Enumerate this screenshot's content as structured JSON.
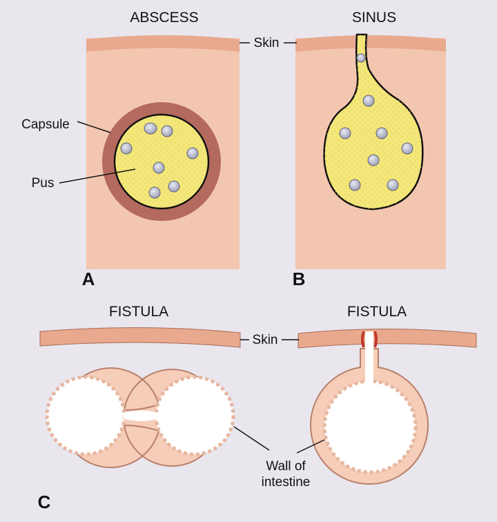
{
  "labels": {
    "abscess_title": "ABSCESS",
    "sinus_title": "SINUS",
    "fistula_left_title": "FISTULA",
    "fistula_right_title": "FISTULA",
    "skin_top": "Skin",
    "skin_bottom": "Skin",
    "capsule": "Capsule",
    "pus": "Pus",
    "wall_of_intestine_line1": "Wall of",
    "wall_of_intestine_line2": "intestine",
    "panel_a": "A",
    "panel_b": "B",
    "panel_c": "C"
  },
  "colors": {
    "background": "#e9e6ee",
    "tissue": "#f3c6b0",
    "skin_band": "#e8a98e",
    "capsule": "#b46a5e",
    "pus": "#f4e77a",
    "pus_cell": "#b7b9c9",
    "intestine_wall": "#f6cdb8",
    "fistula_red": "#c0392b"
  }
}
